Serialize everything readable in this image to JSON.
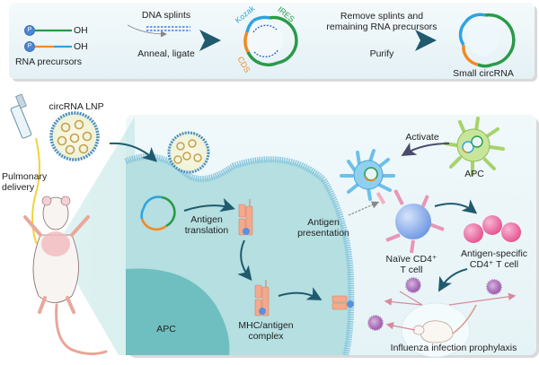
{
  "synthesis": {
    "precursors_label": "RNA precursors",
    "phosphate_label": "P",
    "hydroxyl_label": "OH",
    "step1_top": "DNA splints",
    "step1_bottom": "Anneal, ligate",
    "element_kozak": "Kozak",
    "element_ires": "IRES",
    "element_cds": "CDS",
    "step2_top_line1": "Remove splints and",
    "step2_top_line2": "remaining RNA precursors",
    "step2_bottom": "Purify",
    "product_label": "Small circRNA"
  },
  "delivery": {
    "lnp_label": "circRNA LNP",
    "route_line1": "Pulmonary",
    "route_line2": "delivery"
  },
  "cell": {
    "translation_line1": "Antigen",
    "translation_line2": "translation",
    "presentation_line1": "Antigen",
    "presentation_line2": "presentation",
    "complex_line1": "MHC/antigen",
    "complex_line2": "complex",
    "apc_label": "APC",
    "activate_label": "Activate",
    "apc_outer_label": "APC",
    "naive_line1": "Naïve CD4⁺",
    "naive_line2": "T cell",
    "specific_line1": "Antigen-specific",
    "specific_line2": "CD4⁺ T cell",
    "outcome_label": "Influenza infection prophylaxis"
  },
  "colors": {
    "rna_green": "#2a9a48",
    "rna_orange": "#f08a24",
    "rna_blue": "#2ea3e0",
    "arrow_dark": "#1f5a6e",
    "splint_blue": "#2f5fc9",
    "phosphate_blue": "#4a86d8",
    "cell_teal": "#9fd3d6",
    "tcell_pink": "#e8609c"
  }
}
